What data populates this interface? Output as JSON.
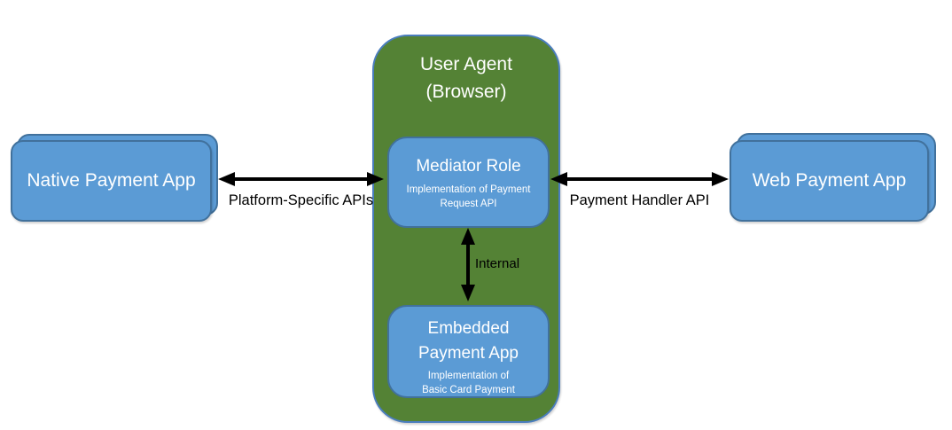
{
  "nodes": {
    "native_app": {
      "label": "Native Payment App"
    },
    "user_agent": {
      "title_line1": "User Agent",
      "title_line2": "(Browser)"
    },
    "mediator": {
      "title": "Mediator Role",
      "subtitle_line1": "Implementation of Payment",
      "subtitle_line2": "Request API"
    },
    "embedded_app": {
      "title_line1": "Embedded",
      "title_line2": "Payment App",
      "subtitle_line1": "Implementation of",
      "subtitle_line2": "Basic Card Payment"
    },
    "web_app": {
      "label": "Web Payment App"
    }
  },
  "edges": {
    "platform_apis": {
      "label": "Platform-Specific APIs"
    },
    "payment_handler": {
      "label": "Payment Handler API"
    },
    "internal": {
      "label": "Internal"
    }
  },
  "colors": {
    "box_blue": "#5B9BD5",
    "box_blue_border": "#41719C",
    "green_fill": "#548235",
    "green_border": "#4A7DBE",
    "arrow_black": "#000000",
    "label_text": "#000000",
    "box_text": "#FFFFFF"
  }
}
